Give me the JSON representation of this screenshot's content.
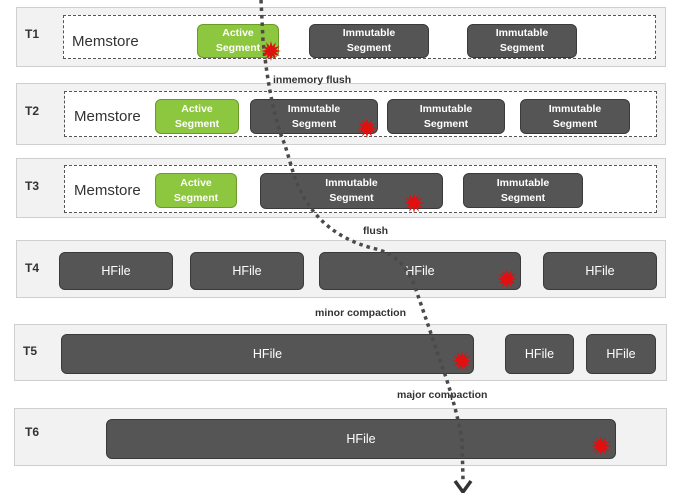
{
  "rows": [
    {
      "id": "T1",
      "label": "T1",
      "memstore": "Memstore"
    },
    {
      "id": "T2",
      "label": "T2",
      "memstore": "Memstore"
    },
    {
      "id": "T3",
      "label": "T3",
      "memstore": "Memstore"
    },
    {
      "id": "T4",
      "label": "T4"
    },
    {
      "id": "T5",
      "label": "T5"
    },
    {
      "id": "T6",
      "label": "T6"
    }
  ],
  "segments": {
    "active_line1": "Active",
    "active_line2": "Segment",
    "immutable_line1": "Immutable",
    "immutable_line2": "Segment"
  },
  "hfile": "HFile",
  "steps": {
    "inmemory_flush": "inmemory flush",
    "flush": "flush",
    "minor_compaction": "minor compaction",
    "major_compaction": "major compaction"
  },
  "colors": {
    "active": "#8dc63f",
    "segment": "#555555",
    "marker": "#e01010",
    "row_bg": "#f2f2f2"
  }
}
